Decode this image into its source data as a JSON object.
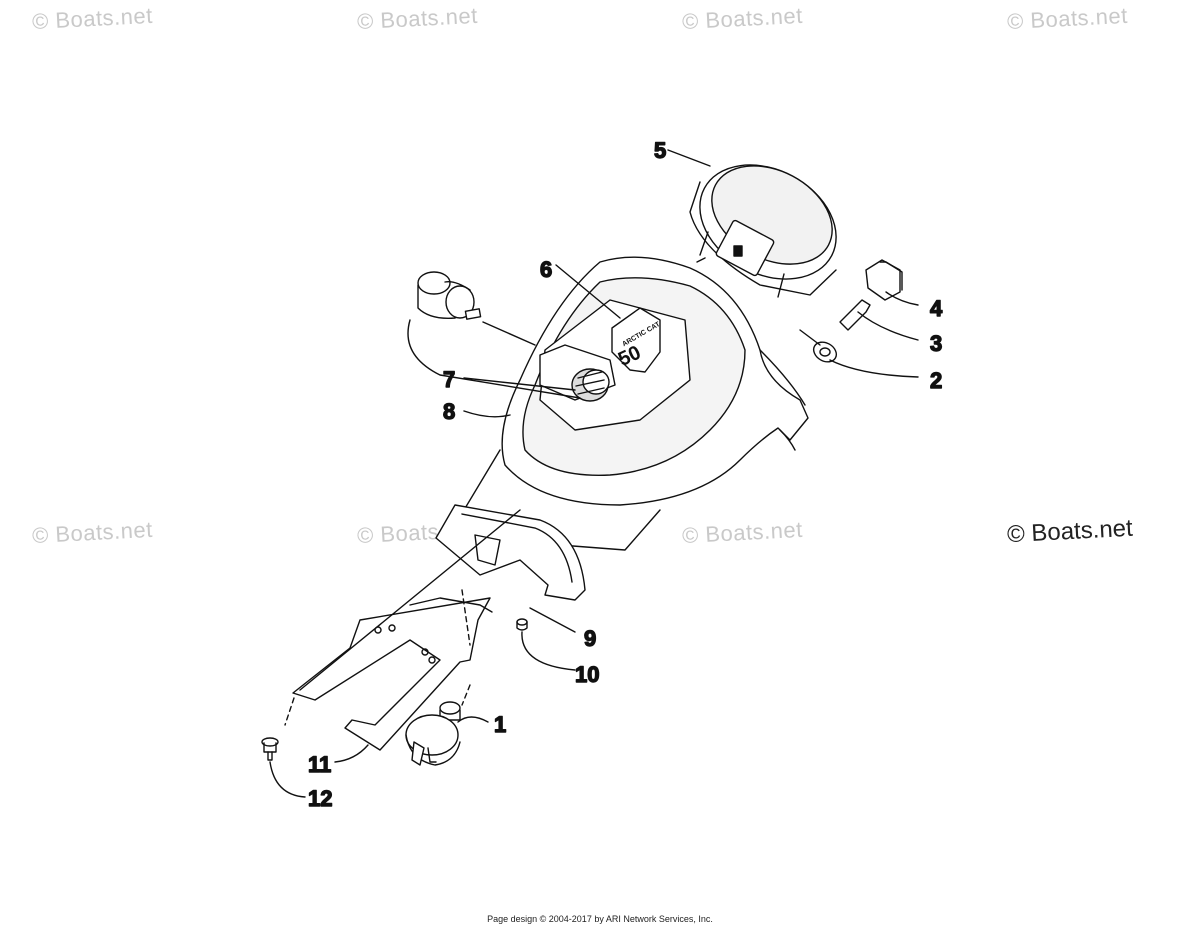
{
  "watermarks": [
    "© Boats.net",
    "© Boats.net",
    "© Boats.net",
    "© Boats.net",
    "© Boats.net",
    "© Boats.net",
    "© Boats.net"
  ],
  "watermark_main": "© Boats.net",
  "callouts": [
    "1",
    "2",
    "3",
    "4",
    "5",
    "6",
    "7",
    "8",
    "9",
    "10",
    "11",
    "12"
  ],
  "badge": {
    "brand": "ARCTIC CAT",
    "number": "50"
  },
  "footer": "Page design © 2004-2017 by ARI Network Services, Inc.",
  "colors": {
    "ink": "#111111",
    "watermark": "#c9c9c9"
  }
}
